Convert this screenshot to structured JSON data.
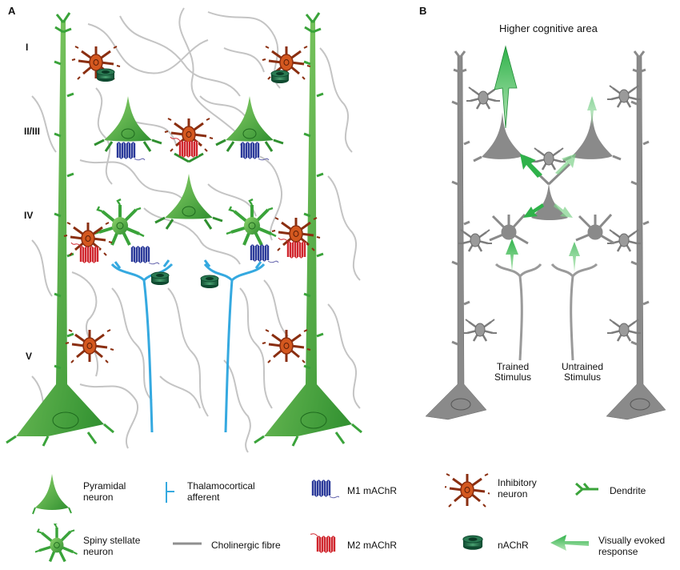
{
  "panels": {
    "a": {
      "letter": "A"
    },
    "b": {
      "letter": "B",
      "title": "Higher cognitive area"
    }
  },
  "layers": [
    "I",
    "II/III",
    "IV",
    "V"
  ],
  "stimuli": {
    "trained": "Trained\nStimulus",
    "untrained": "Untrained\nStimulus"
  },
  "legend": {
    "pyramidal": "Pyramidal\nneuron",
    "thalamocortical": "Thalamocortical\nafferent",
    "m1": "M1 mAChR",
    "inhibitory": "Inhibitory\nneuron",
    "dendrite": "Dendrite",
    "spiny": "Spiny stellate\nneuron",
    "cholinergic": "Cholinergic fibre",
    "m2": "M2 mAChR",
    "nachr": "nAChR",
    "evoked": "Visually evoked\nresponse"
  },
  "colors": {
    "pyramidal": "#3aa33a",
    "inhibitory": "#c4501e",
    "m1": "#2b3a9a",
    "m2": "#d0262e",
    "thalamo": "#35a9e0",
    "cholinergic": "#bdbdbd",
    "nachr": "#1f6f4a",
    "gray_neuron": "#8a8a8a"
  }
}
